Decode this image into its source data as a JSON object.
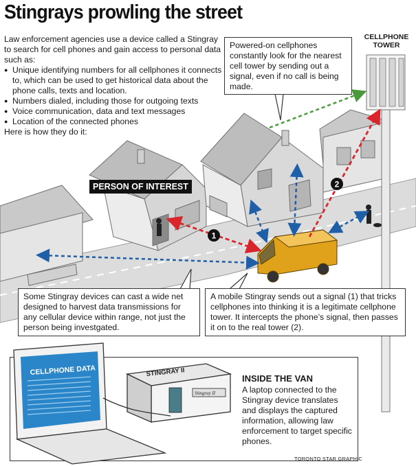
{
  "title": "Stingrays prowling the street",
  "intro": {
    "lead": "Law enforcement agencies use a device called a Stingray to search for cell phones and gain access to personal data such as:",
    "bullets": [
      "Unique identifying numbers for all cellphones it connects to, which can be used to get historical data about the phone calls, texts and location.",
      "Numbers dialed, including those for outgoing texts",
      "Voice communication, data and text messages",
      "Location of the connected phones"
    ],
    "closing": "Here is how they do it:"
  },
  "tower_label": "CELLPHONE TOWER",
  "person_label": "PERSON OF INTEREST",
  "callouts": {
    "phones": "Powered-on cellphones constantly look for the nearest cell tower by sending out a signal, even if no call is being made.",
    "wide_net": "Some Stingray devices can cast a wide net designed to harvest data transmissions for any cellular device within range, not just the person being investgated.",
    "mobile": "A mobile Stingray sends out a signal (1) that tricks cellphones into thinking it is a legitimate cellphone tower. It intercepts the phone’s signal, then passes it on to the real tower (2)."
  },
  "markers": [
    "1",
    "2"
  ],
  "inset": {
    "laptop_screen": "CELLPHONE DATA",
    "device_label": "STINGRAY II",
    "device_brand": "Stingray II",
    "heading": "INSIDE THE VAN",
    "text": "A laptop connected to the Stingray device translates and displays the captured information, allowing law enforcement to target specific phones."
  },
  "credit": "TORONTO STAR GRAPHIC",
  "colors": {
    "red_signal": "#d9262c",
    "blue_signal": "#1f5fa8",
    "green_signal": "#4a9a3c",
    "van": "#e0a21a",
    "laptop_screen": "#2a86c8"
  }
}
